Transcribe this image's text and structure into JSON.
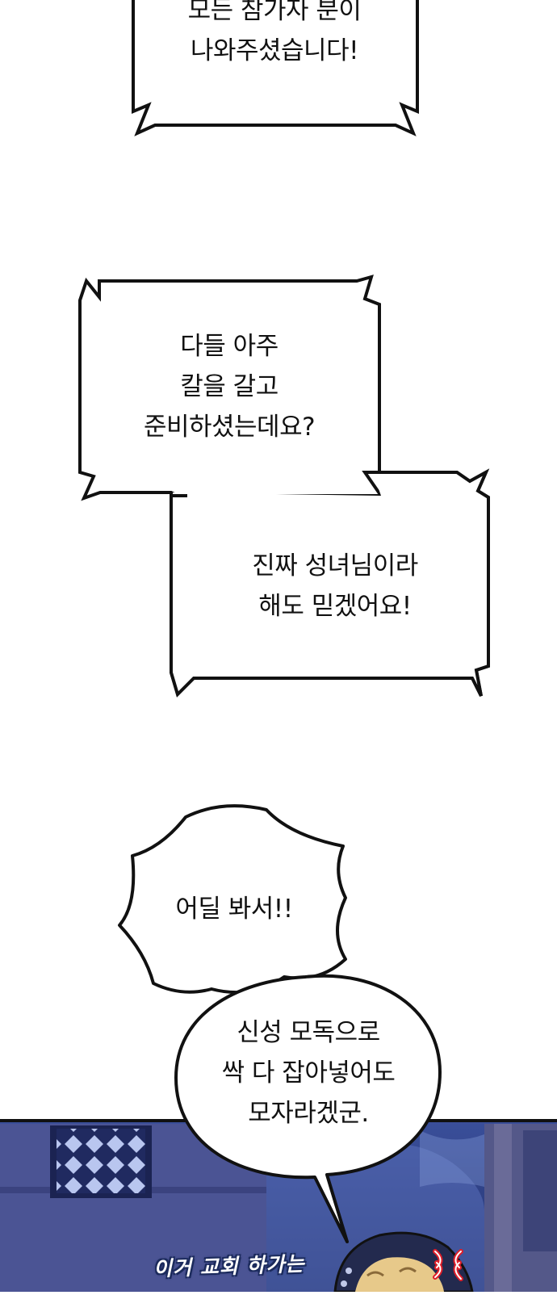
{
  "panels": {
    "top_box": {
      "text": "모든 참가자 분이\n나와주셨습니다!"
    },
    "box_left": {
      "text": "다들 아주\n칼을 갈고\n준비하셨는데요?"
    },
    "box_right": {
      "text": "진짜 성녀님이라\n해도 믿겠어요!"
    },
    "shout_bubble": {
      "text": "어딜 봐서!!"
    },
    "round_bubble": {
      "text": "신성 모독으로\n싹 다 잡아넣어도\n모자라겠군."
    },
    "scene": {
      "sfx_text": "이거 교회 하가는"
    }
  },
  "colors": {
    "ink": "#111111",
    "paper": "#ffffff",
    "night_sky": "#2c3f86",
    "building": "#4a5292",
    "window_frame": "#1c2557",
    "anger_mark": "#e01f2a"
  }
}
